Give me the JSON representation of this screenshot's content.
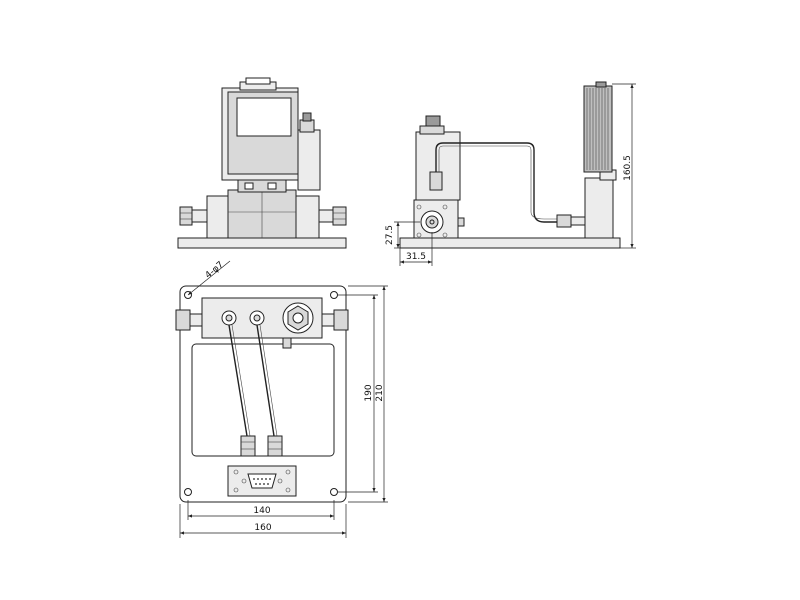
{
  "dimensions": {
    "top_height": "160.5",
    "port_height": "27.5",
    "port_offset": "31.5",
    "hole_diameter": "4-φ7",
    "inner_width": "140",
    "outer_width": "160",
    "inner_height": "190",
    "outer_height": "210"
  },
  "colors": {
    "line": "#222222",
    "body_fill": "#d9d9d9",
    "heatsink_fill": "#bfbfbf",
    "background": "#ffffff"
  }
}
